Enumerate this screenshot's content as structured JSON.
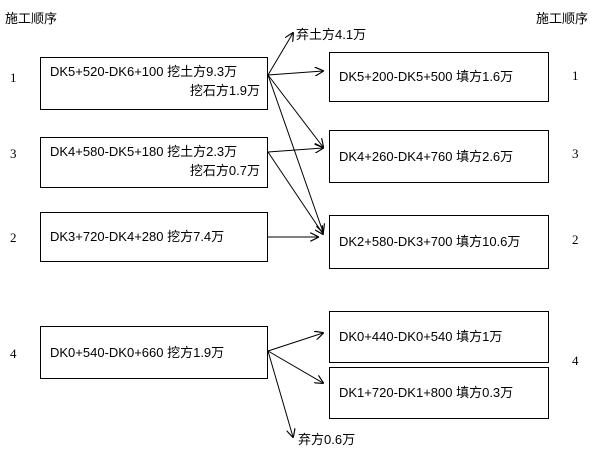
{
  "headers": {
    "left": "施工顺序",
    "right": "施工顺序"
  },
  "left_order": [
    "1",
    "3",
    "2",
    "4"
  ],
  "right_order": [
    "1",
    "3",
    "2",
    "4"
  ],
  "sources": [
    {
      "text": "DK5+520-DK6+100 挖土方9.3万",
      "extra": "挖石方1.9万"
    },
    {
      "text": "DK4+580-DK5+180 挖土方2.3万",
      "extra": "挖石方0.7万"
    },
    {
      "text": "DK3+720-DK4+280 挖方7.4万"
    },
    {
      "text": "DK0+540-DK0+660 挖方1.9万"
    }
  ],
  "targets": [
    {
      "text": "DK5+200-DK5+500 填方1.6万"
    },
    {
      "text": "DK4+260-DK4+760 填方2.6万"
    },
    {
      "text": "DK2+580-DK3+700 填方10.6万"
    },
    {
      "text": "DK0+440-DK0+540 填方1万"
    },
    {
      "text": "DK1+720-DK1+800 填方0.3万"
    }
  ],
  "spoil": [
    {
      "text": "弃土方4.1万"
    },
    {
      "text": "弃方0.6万"
    }
  ]
}
